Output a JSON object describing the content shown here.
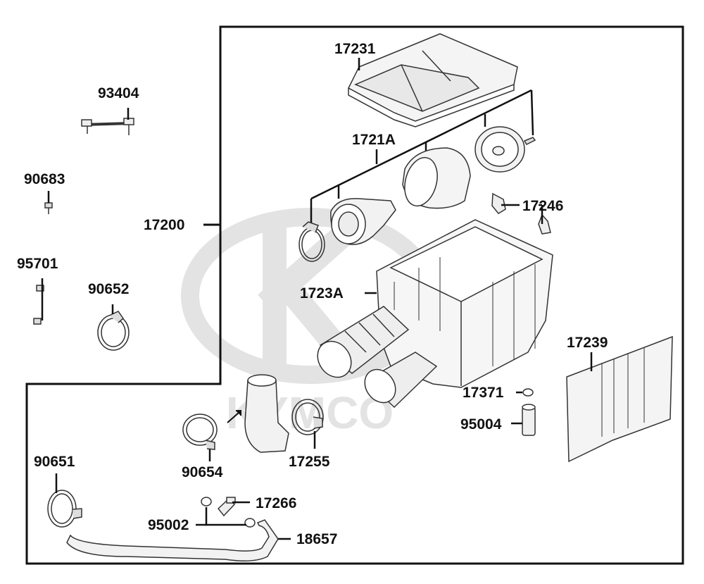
{
  "brand": {
    "watermark_text": "KYMCO",
    "watermark_color": "#e3e3e3"
  },
  "colors": {
    "line": "#111111",
    "part_fill": "#f2f2f2",
    "part_stroke": "#333333"
  },
  "parts": {
    "p17231": "17231",
    "p93404": "93404",
    "p1721A": "1721A",
    "p90683": "90683",
    "p17246": "17246",
    "p17200": "17200",
    "p95701": "95701",
    "p1723A": "1723A",
    "p90652": "90652",
    "p17239": "17239",
    "p17371": "17371",
    "p95004": "95004",
    "p90654": "90654",
    "p17255": "17255",
    "p90651": "90651",
    "p17266": "17266",
    "p95002": "95002",
    "p18657": "18657"
  }
}
